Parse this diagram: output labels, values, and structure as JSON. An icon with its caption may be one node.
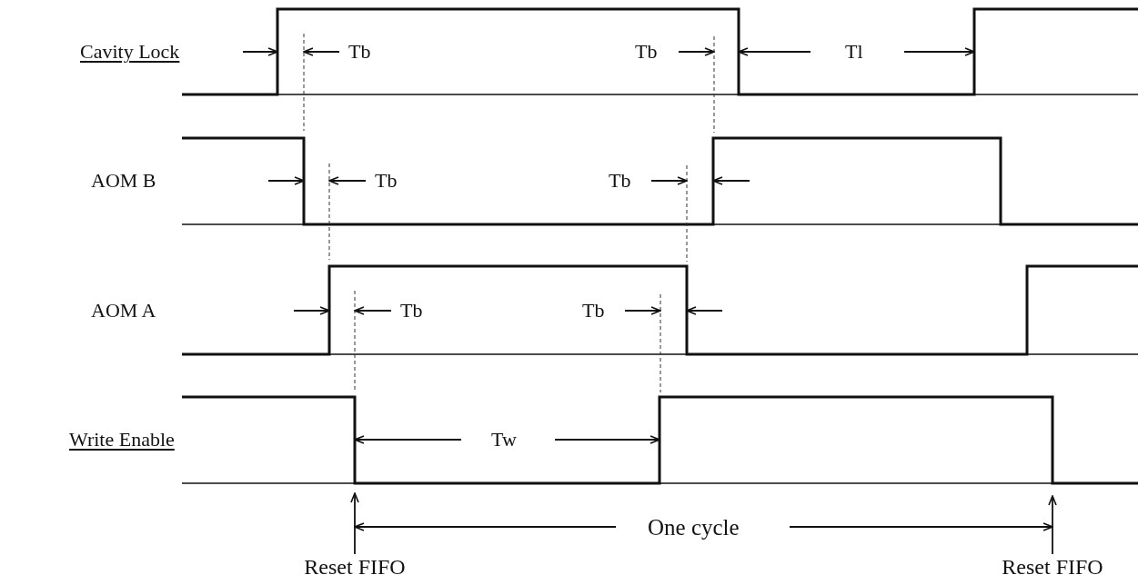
{
  "diagram": {
    "nodes": [
      {
        "text": [
          "Reset FIFO"
        ]
      },
      {
        "text": [
          "Reset FIFO"
        ]
      }
    ],
    "edges": [
      {
        "from": 0,
        "to": null,
        "arrow": "to"
      },
      {
        "from": 1,
        "to": null,
        "arrow": "to"
      }
    ],
    "labels": [
      "Cavity Lock",
      "Tb",
      "Tb",
      "Tl",
      "AOM B",
      "Tb",
      "Tb",
      "AOM A",
      "Tb",
      "Tb",
      "Write Enable",
      "Tw",
      "One cycle"
    ]
  }
}
